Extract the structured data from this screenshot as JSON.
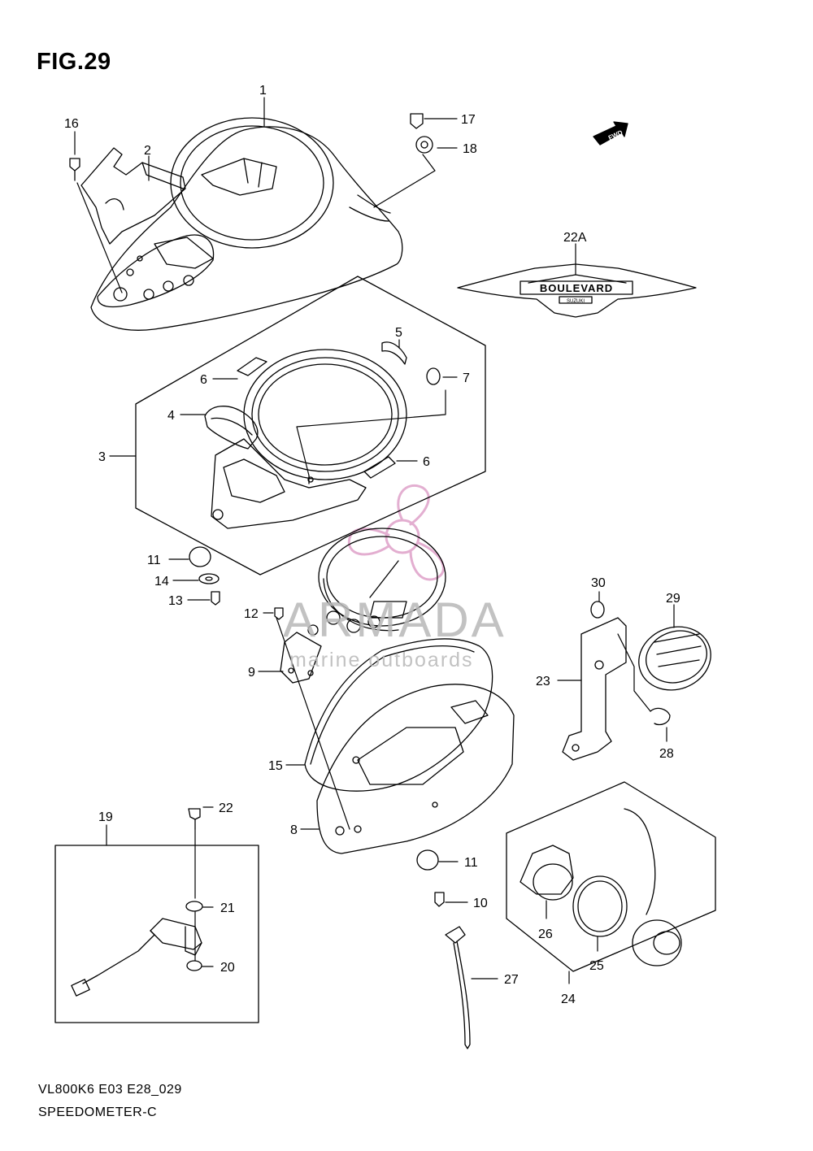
{
  "figure": {
    "title": "FIG.29",
    "model_code": "VL800K6_E03_E28_029",
    "section_name": "SPEEDOMETER-C"
  },
  "watermark": {
    "title": "ARMADA",
    "subtitle": "marine outboards",
    "icon": "propeller-logo-icon",
    "color": "#e0a6cc"
  },
  "emblem": {
    "text": "BOULEVARD",
    "small_text": "SUZUKI"
  },
  "direction_arrow": {
    "text": "FWD"
  },
  "callouts": [
    "1",
    "2",
    "3",
    "4",
    "5",
    "6",
    "6",
    "7",
    "8",
    "9",
    "10",
    "11",
    "11",
    "12",
    "13",
    "14",
    "15",
    "16",
    "17",
    "18",
    "19",
    "20",
    "21",
    "22",
    "22A",
    "23",
    "24",
    "25",
    "26",
    "27",
    "28",
    "29",
    "30"
  ]
}
